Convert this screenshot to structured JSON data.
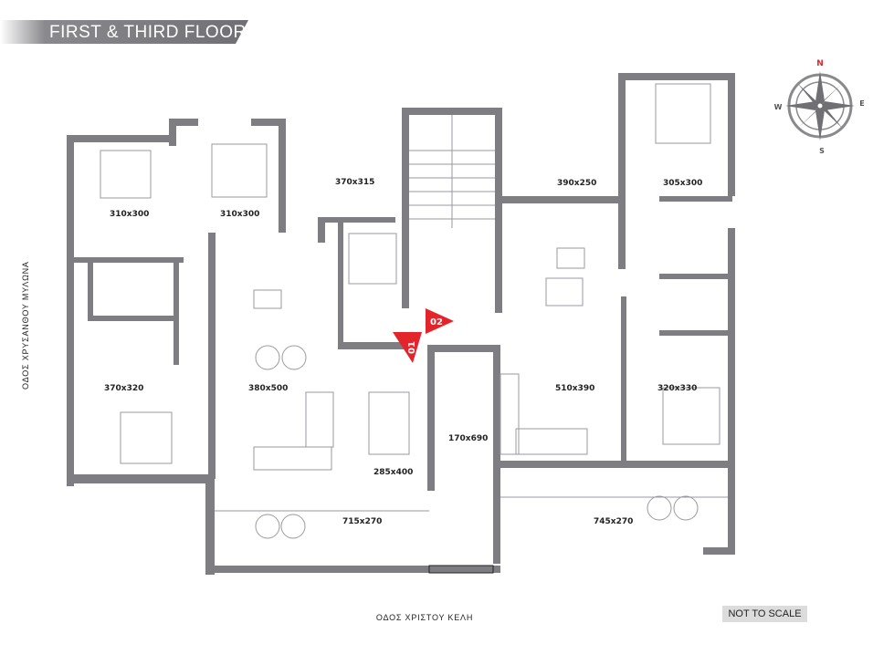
{
  "title": "FIRST & THIRD FLOOR",
  "rooms": [
    {
      "id": "bedroom-1",
      "label": "310x300"
    },
    {
      "id": "bedroom-2",
      "label": "310x300"
    },
    {
      "id": "kitchen-left",
      "label": "370x315"
    },
    {
      "id": "bedroom-3",
      "label": "370x320"
    },
    {
      "id": "living-left",
      "label": "380x500"
    },
    {
      "id": "balcony-dining-left",
      "label": "285x400"
    },
    {
      "id": "corridor",
      "label": "170x690"
    },
    {
      "id": "veranda-left",
      "label": "715x270"
    },
    {
      "id": "kitchen-right",
      "label": "390x250"
    },
    {
      "id": "bedroom-4",
      "label": "305x300"
    },
    {
      "id": "living-right",
      "label": "510x390"
    },
    {
      "id": "bedroom-5",
      "label": "320x330"
    },
    {
      "id": "veranda-right",
      "label": "745x270"
    }
  ],
  "apartments": [
    {
      "id": "apartment-01",
      "number": "01",
      "color": "#e3242b"
    },
    {
      "id": "apartment-02",
      "number": "02",
      "color": "#e3242b"
    }
  ],
  "streets": {
    "bottom": "ΟΔΟΣ  ΧΡΙΣΤΟΥ ΚΕΛΗ",
    "left": "ΟΔΟΣ  ΧΡΥΣΑΝΘΟΥ ΜΥΛΩΝΑ"
  },
  "compass": {
    "n": "N",
    "e": "E",
    "s": "S",
    "w": "W",
    "north_color": "#e3242b"
  },
  "note": "NOT TO SCALE",
  "colors": {
    "wall": "#7d7d82",
    "banner": "#8a8a8e",
    "accent": "#e3242b"
  }
}
